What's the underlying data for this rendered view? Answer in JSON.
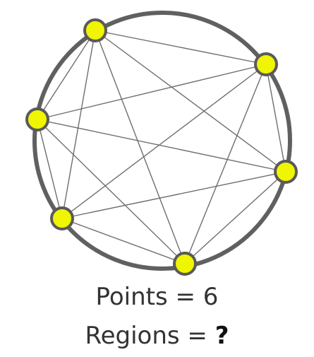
{
  "diagram": {
    "circle_color": "#606060",
    "chord_color": "#6e6e6e",
    "point_fill": "#f0f500",
    "point_stroke": "#5a5a5a",
    "point_count": 6
  },
  "captions": {
    "points_label": "Points = ",
    "points_value": "6",
    "regions_label": "Regions = ",
    "regions_value": "?"
  }
}
